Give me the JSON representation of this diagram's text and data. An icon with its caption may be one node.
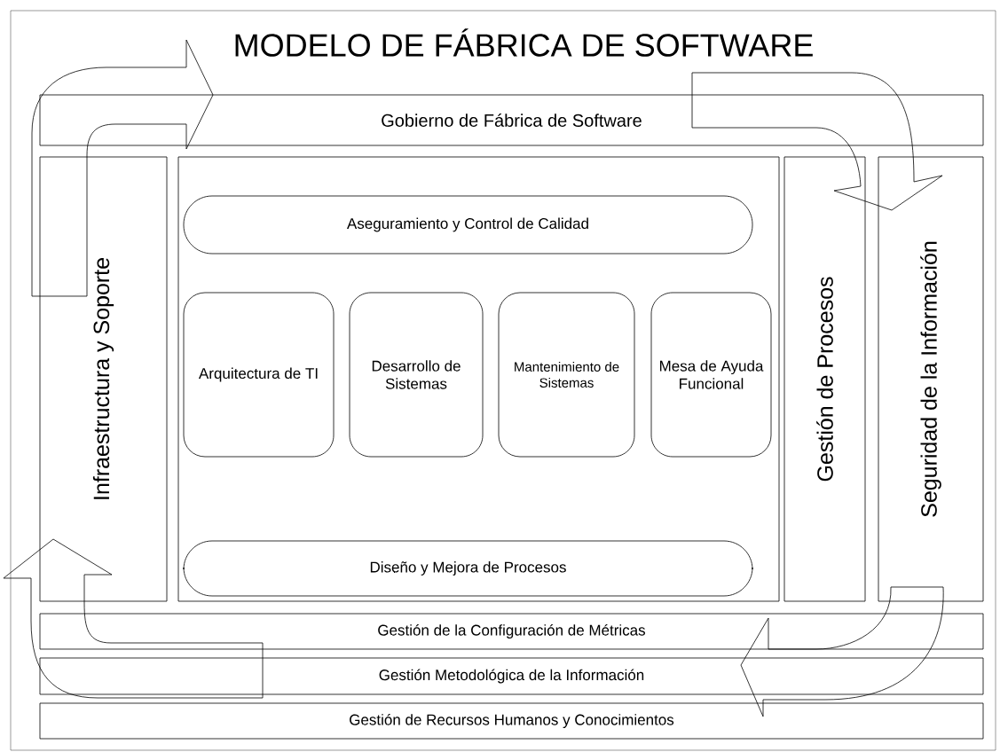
{
  "diagram": {
    "title": "MODELO DE FÁBRICA DE SOFTWARE",
    "nodes": [
      {
        "text": [
          "Gobierno de Fábrica de Software"
        ]
      },
      {
        "text": [
          "Infraestructura y Soporte"
        ]
      },
      {
        "text": [],
        "shape": "box"
      },
      {
        "text": [
          "Aseguramiento y Control de Calidad"
        ],
        "in": 2
      },
      {
        "text": [
          "Arquitectura de TI"
        ],
        "in": 2
      },
      {
        "text": [
          "Desarrollo de Sistemas"
        ],
        "in": 2
      },
      {
        "text": [
          "Mantenimiento de Sistemas"
        ],
        "in": 2
      },
      {
        "text": [
          "Mesa de Ayuda Funcional"
        ],
        "in": 2
      },
      {
        "text": [
          "Diseño y Mejora de Procesos"
        ],
        "in": 2
      },
      {
        "text": [
          "Gestión de Procesos"
        ]
      },
      {
        "text": [
          "Seguridad de la Información"
        ]
      },
      {
        "text": [
          "Gestión de la Configuración de Métricas"
        ]
      },
      {
        "text": [
          "Gestión Metodológica de la Información"
        ]
      },
      {
        "text": [
          "Gestión de Recursos Humanos y Conocimientos"
        ]
      }
    ],
    "edges": [
      {
        "from": 1,
        "to": 0,
        "arrow": "to"
      },
      {
        "from": 0,
        "to": 10,
        "arrow": "to"
      },
      {
        "from": 10,
        "to": 12,
        "arrow": "to"
      },
      {
        "from": 12,
        "to": 1,
        "arrow": "to"
      }
    ]
  }
}
